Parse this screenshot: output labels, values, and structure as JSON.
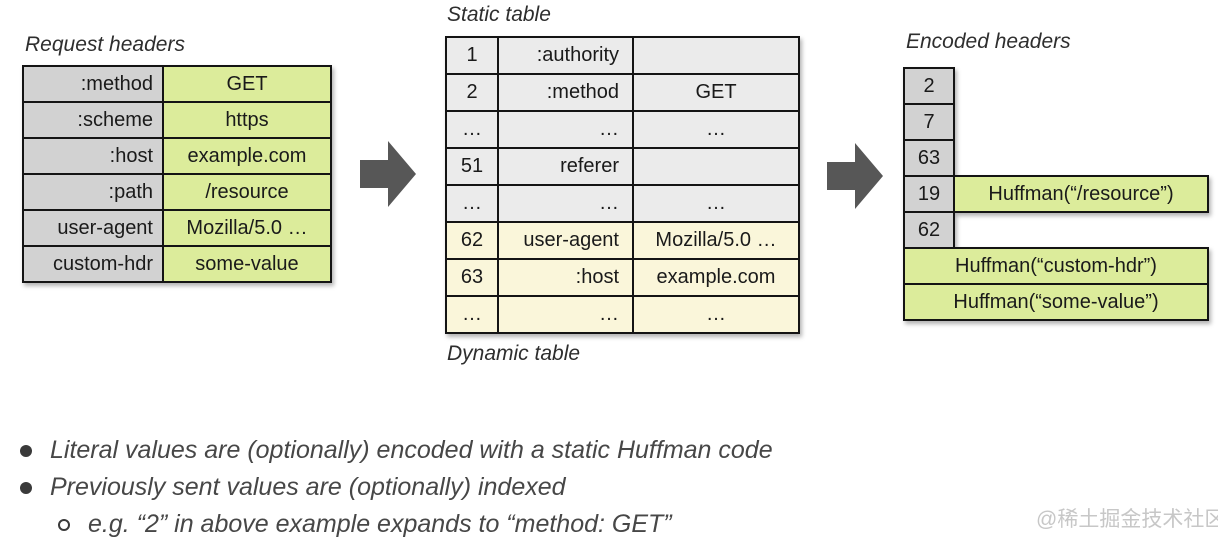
{
  "request_headers": {
    "title": "Request headers",
    "rows": [
      {
        "name": ":method",
        "value": "GET"
      },
      {
        "name": ":scheme",
        "value": "https"
      },
      {
        "name": ":host",
        "value": "example.com"
      },
      {
        "name": ":path",
        "value": "/resource"
      },
      {
        "name": "user-agent",
        "value": "Mozilla/5.0 …"
      },
      {
        "name": "custom-hdr",
        "value": "some-value"
      }
    ]
  },
  "index_table": {
    "static_title": "Static table",
    "dynamic_title": "Dynamic table",
    "rows": [
      {
        "index": "1",
        "name": ":authority",
        "value": "",
        "section": "static"
      },
      {
        "index": "2",
        "name": ":method",
        "value": "GET",
        "section": "static"
      },
      {
        "index": "…",
        "name": "…",
        "value": "…",
        "section": "static"
      },
      {
        "index": "51",
        "name": "referer",
        "value": "",
        "section": "static"
      },
      {
        "index": "…",
        "name": "…",
        "value": "…",
        "section": "static"
      },
      {
        "index": "62",
        "name": "user-agent",
        "value": "Mozilla/5.0 …",
        "section": "dynamic"
      },
      {
        "index": "63",
        "name": ":host",
        "value": "example.com",
        "section": "dynamic"
      },
      {
        "index": "…",
        "name": "…",
        "value": "…",
        "section": "dynamic"
      }
    ]
  },
  "encoded_headers": {
    "title": "Encoded headers",
    "rows": [
      {
        "index": "2"
      },
      {
        "index": "7"
      },
      {
        "index": "63"
      },
      {
        "index": "19",
        "value": "Huffman(“/resource”)"
      },
      {
        "index": "62"
      },
      {
        "value": "Huffman(“custom-hdr”)"
      },
      {
        "value": "Huffman(“some-value”)"
      }
    ]
  },
  "notes": {
    "bullets": [
      "Literal values are (optionally) encoded with a static Huffman code",
      "Previously sent values are (optionally) indexed"
    ],
    "sub_bullet": "e.g. “2” in above example expands to “method: GET”"
  },
  "watermark": "@稀土掘金技术社区",
  "colors": {
    "cell_green": "#dcec9b",
    "cell_gray": "#d2d2d2",
    "static_row_bg": "#ebebeb",
    "dynamic_row_bg": "#faf6da",
    "border": "#141414",
    "arrow": "#575757"
  }
}
